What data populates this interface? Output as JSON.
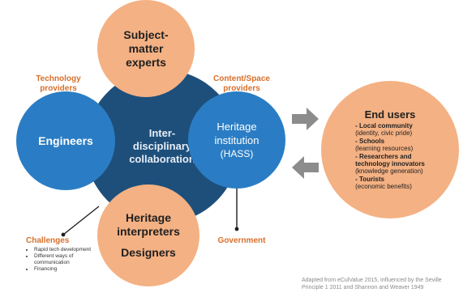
{
  "diagram": {
    "center": {
      "lines": [
        "Inter-",
        "disciplinary",
        "collaboration"
      ]
    },
    "top": {
      "lines": [
        "Subject-",
        "matter",
        "experts"
      ]
    },
    "left": {
      "label": "Engineers"
    },
    "right": {
      "lines": [
        "Heritage",
        "institution",
        "(HASS)"
      ]
    },
    "bottom": {
      "lines": [
        "Heritage",
        "interpreters",
        "Designers"
      ]
    },
    "labels": {
      "tech_providers": [
        "Technology",
        "providers"
      ],
      "content_providers": [
        "Content/Space",
        "providers"
      ],
      "government": "Government"
    },
    "end_users": {
      "title": "End users",
      "items": [
        {
          "head": "- Local community",
          "detail": "(identity, civic pride)"
        },
        {
          "head": "- Schools",
          "detail": "(learning resources)"
        },
        {
          "head": "- Researchers and",
          "detail": "technology innovators"
        },
        {
          "head": "",
          "detail": "(knowledge generation)"
        },
        {
          "head": "- Tourists",
          "detail": "(economic benefits)"
        }
      ]
    },
    "challenges": {
      "title": "Challenges",
      "items": [
        "Rapid tech development",
        "Different ways of communication",
        "Financing"
      ]
    },
    "caption": [
      "Adapted from eCulValue 2015, influenced by the Seville",
      "Principle 1 2011 and Shannon and Weaver 1949"
    ],
    "colors": {
      "navy": "#1e4f7a",
      "blue": "#2a7dc4",
      "peach": "#f4b183",
      "orange_text": "#d86f2b",
      "arrow": "#8c8c8c"
    }
  }
}
